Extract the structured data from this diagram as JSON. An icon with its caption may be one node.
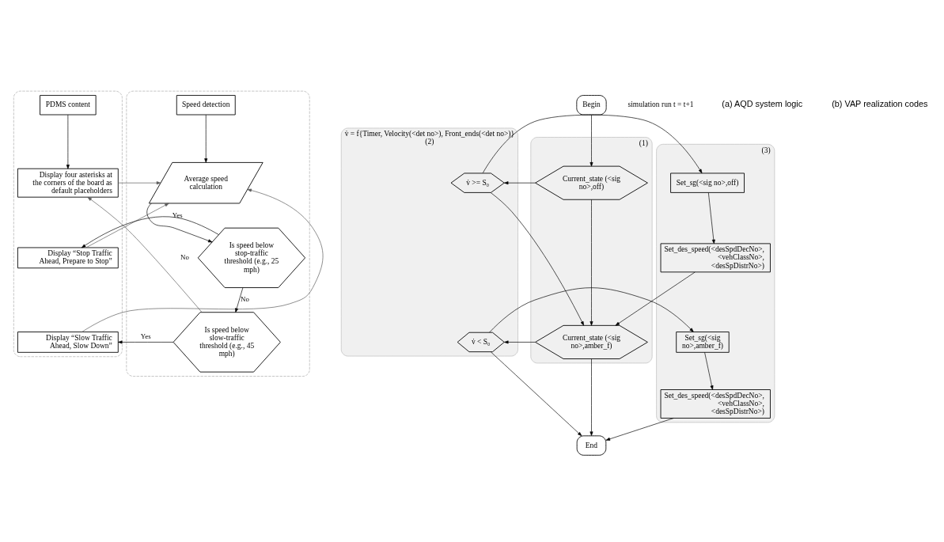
{
  "diagram": {
    "nodes": [
      {
        "text": [],
        "shape": "box"
      },
      {
        "text": [],
        "shape": "box"
      },
      {
        "text": [
          "PDMS content"
        ],
        "in": 0
      },
      {
        "text": [
          "Display four asterisks at the corners of the board as default placeholders"
        ],
        "in": 0
      },
      {
        "text": [
          "Display “Stop Traffic Ahead, Prepare to Stop”"
        ],
        "in": 0
      },
      {
        "text": [
          "Display “Slow Traffic Ahead, Slow Down”"
        ],
        "in": 0
      },
      {
        "text": [
          "Speed detection"
        ],
        "in": 1
      },
      {
        "text": [
          "Average speed calculation"
        ],
        "in": 1
      },
      {
        "text": [
          "Is speed below stop-traffic threshold (e.g., 25 mph)"
        ],
        "in": 1
      },
      {
        "text": [
          "Is speed below slow-traffic threshold (e.g., 45 mph)"
        ],
        "in": 1
      },
      {
        "text": [
          "Begin"
        ]
      },
      {
        "text": [
          "(1)"
        ]
      },
      {
        "text": [
          "v̇ = f{Timer, Velocity(<det no>), Front_ends(<det no>)}",
          "(2)"
        ]
      },
      {
        "text": [
          "(3)"
        ]
      },
      {
        "text": [
          "Current_state (<sig no>,off)"
        ],
        "in": 11
      },
      {
        "text": [
          "v̇ >= S₀"
        ],
        "in": 12
      },
      {
        "text": [
          "Set_sg(<sig no>,off)"
        ],
        "in": 13
      },
      {
        "text": [
          "Set_des_speed(<desSpdDecNo>, <vehClassNo>, <desSpDistrNo>)"
        ],
        "in": 13
      },
      {
        "text": [
          "Current_state (<sig no>,amber_f)"
        ],
        "in": 11
      },
      {
        "text": [
          "v̇ < S₀"
        ],
        "in": 12
      },
      {
        "text": [
          "Set_sg(<sig no>,amber_f)"
        ],
        "in": 13
      },
      {
        "text": [
          "Set_des_speed(<desSpdDecNo>, <vehClassNo>, <desSpDistrNo>)"
        ],
        "in": 13
      },
      {
        "text": [
          "End"
        ]
      }
    ],
    "edges": [
      {
        "from": 2,
        "to": 3,
        "arrow": "to"
      },
      {
        "from": 6,
        "to": 7,
        "arrow": "to"
      },
      {
        "from": 7,
        "to": 8,
        "arrow": "to"
      },
      {
        "from": 8,
        "to": 4,
        "arrow": "to",
        "label": "Yes"
      },
      {
        "from": 8,
        "to": 9,
        "arrow": "to",
        "label": "No"
      },
      {
        "from": 9,
        "to": 5,
        "arrow": "to",
        "label": "Yes"
      },
      {
        "from": 9,
        "to": 3,
        "arrow": "to",
        "label": "No",
        "color": "#595959"
      },
      {
        "from": 3,
        "to": 7,
        "arrow": "to",
        "color": "#595959"
      },
      {
        "from": 4,
        "to": 7,
        "arrow": "to",
        "color": "#595959"
      },
      {
        "from": 5,
        "to": 7,
        "arrow": "to",
        "color": "#595959"
      },
      {
        "from": 10,
        "to": 14,
        "arrow": "to"
      },
      {
        "from": 14,
        "to": 15,
        "arrow": "to"
      },
      {
        "from": 15,
        "to": 16,
        "arrow": "to"
      },
      {
        "from": 16,
        "to": 17,
        "arrow": "to"
      },
      {
        "from": 14,
        "to": 18,
        "arrow": "to"
      },
      {
        "from": 15,
        "to": 18,
        "arrow": "to"
      },
      {
        "from": 17,
        "to": 18,
        "arrow": "to"
      },
      {
        "from": 18,
        "to": 19,
        "arrow": "to"
      },
      {
        "from": 19,
        "to": 20,
        "arrow": "to"
      },
      {
        "from": 20,
        "to": 21,
        "arrow": "to"
      },
      {
        "from": 18,
        "to": 22,
        "arrow": "to"
      },
      {
        "from": 19,
        "to": 22,
        "arrow": "to"
      },
      {
        "from": 21,
        "to": 22,
        "arrow": "to"
      }
    ],
    "labels": [
      "simulation run t = t+1",
      "(a) AQD system logic",
      "(b) VAP realization codes"
    ]
  }
}
